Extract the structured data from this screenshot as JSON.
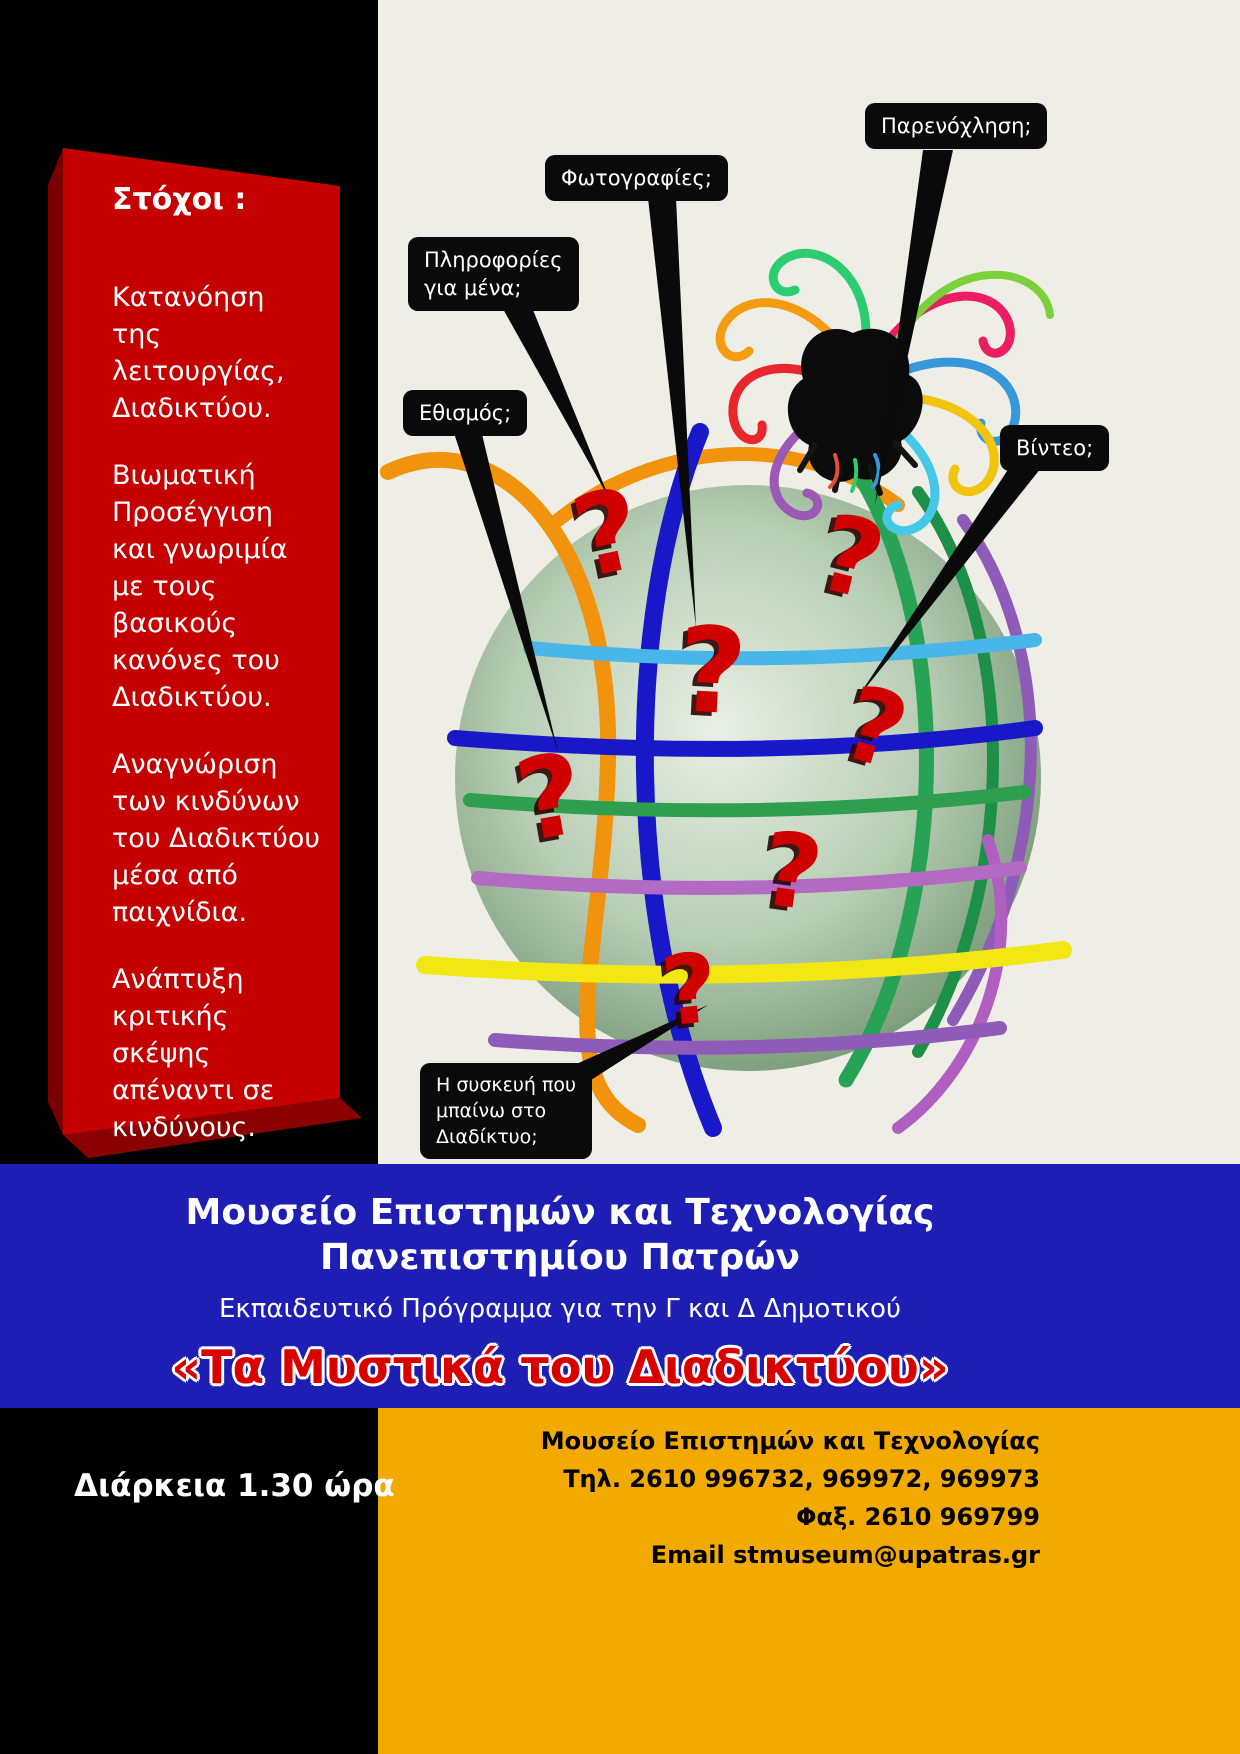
{
  "colors": {
    "background": "#efeee6",
    "panel_black": "#000000",
    "ribbon_red": "#c40000",
    "ribbon_red_dark": "#8b0000",
    "band_blue": "#1e1eb4",
    "band_gold": "#f2a900",
    "question_red": "#d10000",
    "title_red": "#d90000",
    "bubble_black": "#0a0a0a"
  },
  "goals": {
    "heading": "Στόχοι :",
    "items": [
      "Κατανόηση της λειτουργίας, Διαδικτύου.",
      "Βιωματική Προσέγγιση και γνωριμία με τους βασικούς κανόνες του Διαδικτύου.",
      "Αναγνώριση των  κινδύνων του Διαδικτύου μέσα από παιχνίδια.",
      "Ανάπτυξη κριτικής σκέψης απέναντι σε κινδύνους."
    ]
  },
  "bubbles": [
    {
      "label": "Παρενόχληση;"
    },
    {
      "label": "Φωτογραφίες;"
    },
    {
      "label": "Πληροφορίες\nγια μένα;"
    },
    {
      "label": "Εθισμός;"
    },
    {
      "label": "Βίντεο;"
    },
    {
      "label": "Η συσκευή που\nμπαίνω  στο\nΔιαδίκτυο;"
    }
  ],
  "qmark": "?",
  "banner": {
    "museum_line1": "Μουσείο  Επιστημών και Τεχνολογίας",
    "museum_line2": "Πανεπιστημίου Πατρών",
    "program": "Εκπαιδευτικό Πρόγραμμα για την Γ και Δ Δημοτικού",
    "title": "«Τα Μυστικά του Διαδικτύου»"
  },
  "footer": {
    "duration": "Διάρκεια  1.30 ώρα",
    "contact_lines": [
      "Μουσείο Επιστημών και Τεχνολογίας",
      "Τηλ. 2610 996732, 969972, 969973",
      "Φαξ. 2610 969799",
      "Email stmuseum@upatras.gr"
    ]
  }
}
